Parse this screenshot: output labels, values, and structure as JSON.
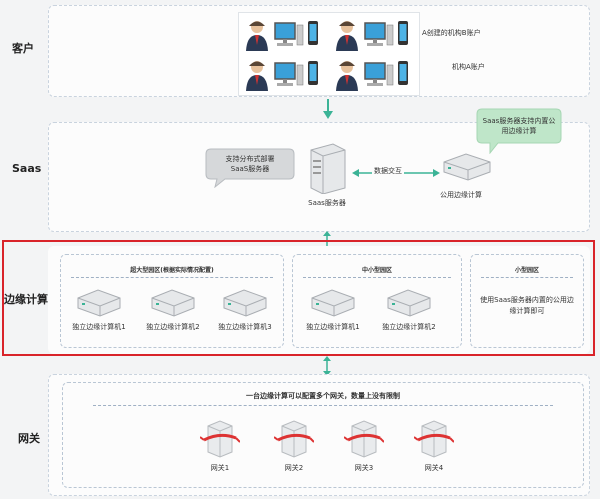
{
  "sections": {
    "customer": {
      "label": "客户",
      "org_b": "A创建的机构B账户",
      "org_a": "机构A账户"
    },
    "saas": {
      "label": "Saas",
      "note_distributed": "支持分布式部署SaaS服务器",
      "server_label": "Saas服务器",
      "exchange_label": "数据交互",
      "public_edge_label": "公用边缘计算",
      "note_builtin": "Saas服务器支持内置公用边缘计算"
    },
    "edge": {
      "label": "边缘计算",
      "large": {
        "title": "超大型园区(根据实际情况配置)",
        "machines": [
          "独立边缘计算机1",
          "独立边缘计算机2",
          "独立边缘计算机3"
        ]
      },
      "medium": {
        "title": "中小型园区",
        "machines": [
          "独立边缘计算机1",
          "独立边缘计算机2"
        ]
      },
      "small": {
        "title": "小型园区",
        "text": "使用Saas服务器内置的公用边缘计算即可"
      }
    },
    "gateway": {
      "label": "网关",
      "title": "一台边缘计算可以配置多个网关，数量上没有限制",
      "items": [
        "网关1",
        "网关2",
        "网关3",
        "网关4"
      ]
    }
  },
  "colors": {
    "highlight_border": "#d9242a",
    "note_fill": "#bfe6c9",
    "arrow": "#3bb396"
  }
}
